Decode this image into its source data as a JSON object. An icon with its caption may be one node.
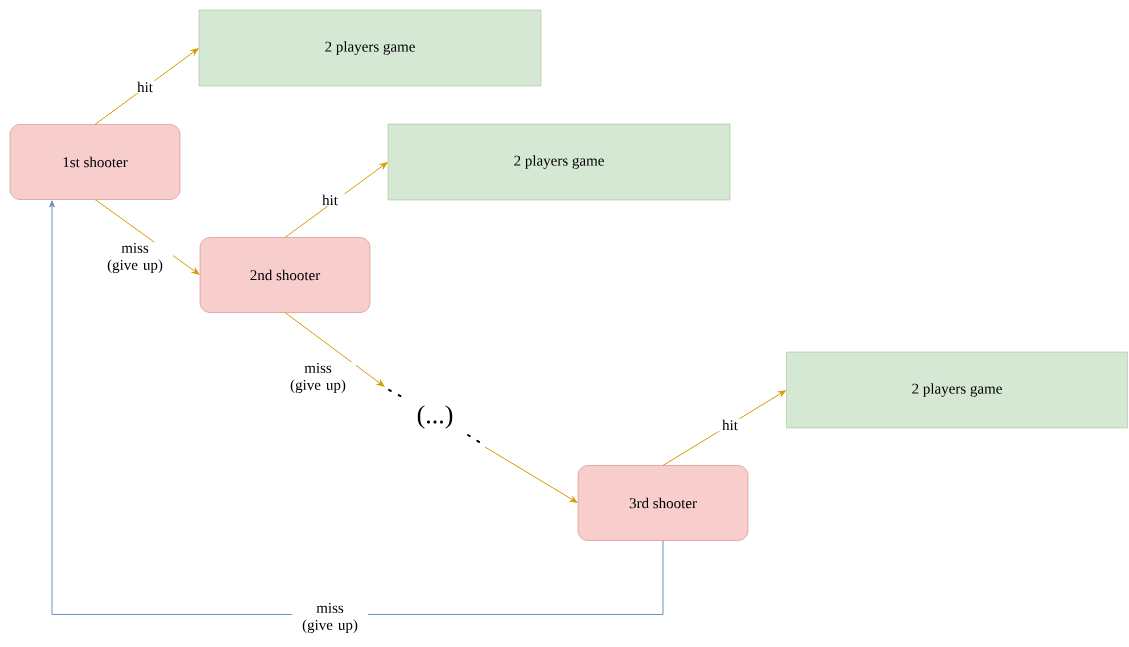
{
  "diagram": {
    "nodes": [
      {
        "text": [
          "1st shooter"
        ]
      },
      {
        "text": [
          "2 players game"
        ]
      },
      {
        "text": [
          "2nd shooter"
        ]
      },
      {
        "text": [
          "2 players game"
        ]
      },
      {
        "text": [
          "(...)"
        ]
      },
      {
        "text": [
          "3rd shooter"
        ]
      },
      {
        "text": [
          "2 players game"
        ]
      }
    ],
    "edges": [
      {
        "from": 0,
        "to": 1,
        "arrow": "to",
        "label": "hit"
      },
      {
        "from": 0,
        "to": 2,
        "arrow": "to",
        "label": "miss (give up)"
      },
      {
        "from": 2,
        "to": 3,
        "arrow": "to",
        "label": "hit"
      },
      {
        "from": 2,
        "to": 4,
        "arrow": "to",
        "label": "miss (give up)"
      },
      {
        "from": 4,
        "to": 5,
        "arrow": "to"
      },
      {
        "from": 5,
        "to": 6,
        "arrow": "to",
        "label": "hit"
      },
      {
        "from": 5,
        "to": 0,
        "arrow": "to",
        "label": "miss (give up)",
        "color": "#6c8ebf"
      }
    ]
  }
}
